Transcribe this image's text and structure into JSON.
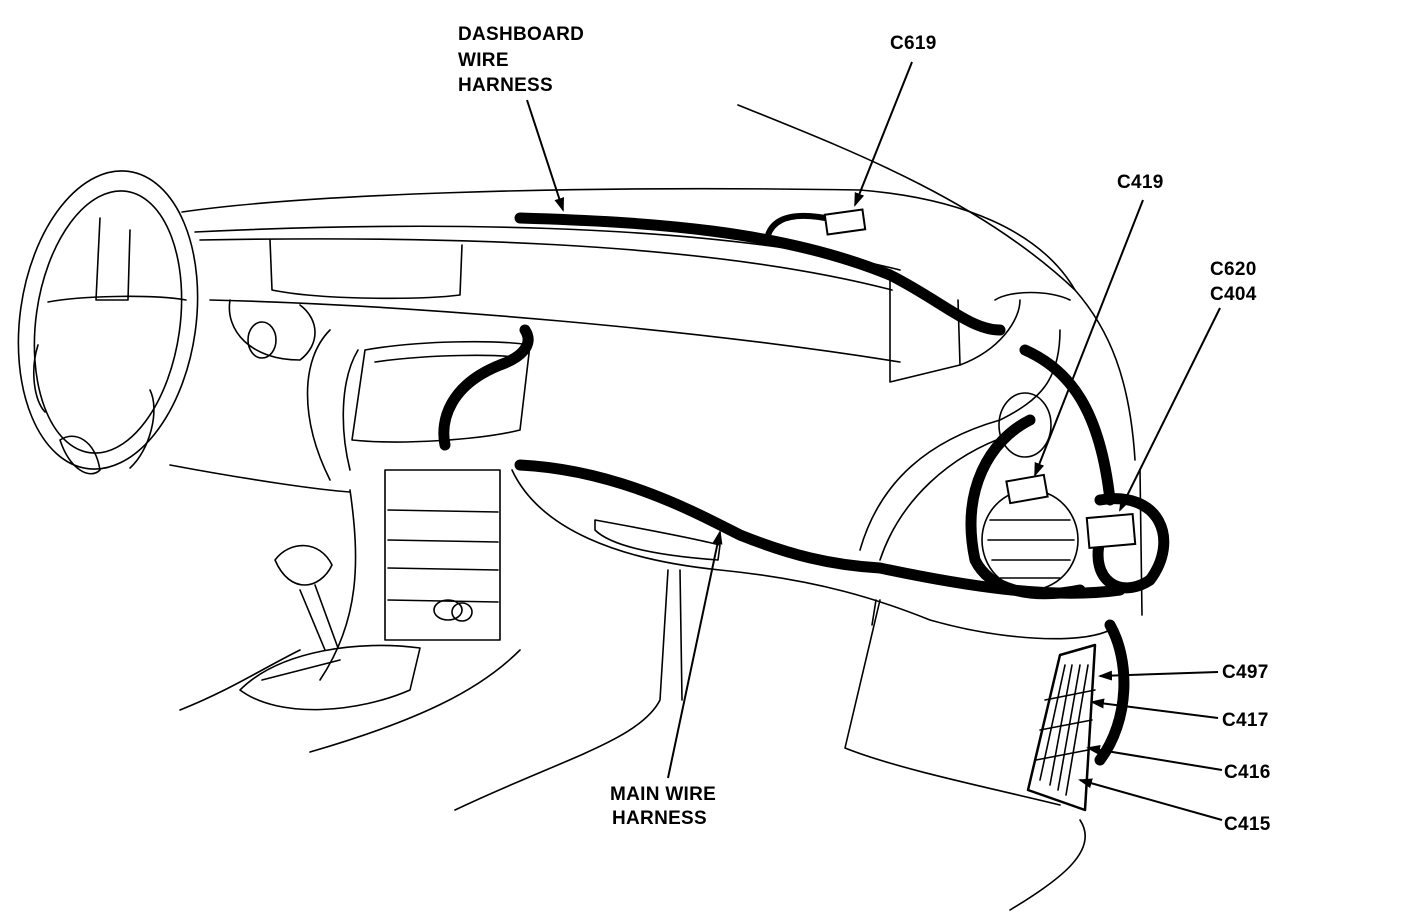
{
  "labels": {
    "dashboard_harness": [
      "DASHBOARD",
      "WIRE",
      "HARNESS"
    ],
    "main_harness": [
      "MAIN WIRE",
      "HARNESS"
    ],
    "c619": "C619",
    "c419": "C419",
    "c620": "C620",
    "c404": "C404",
    "c497": "C497",
    "c417": "C417",
    "c416": "C416",
    "c415": "C415"
  }
}
